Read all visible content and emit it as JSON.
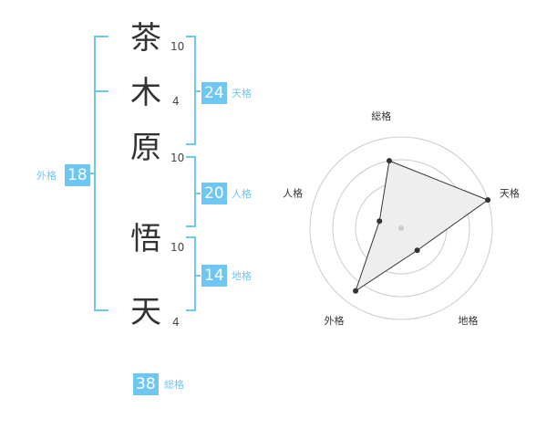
{
  "name": {
    "characters": [
      {
        "char": "茶",
        "strokes": "10"
      },
      {
        "char": "木",
        "strokes": "4"
      },
      {
        "char": "原",
        "strokes": "10"
      },
      {
        "char": "悟",
        "strokes": "10"
      },
      {
        "char": "天",
        "strokes": "4"
      }
    ]
  },
  "scores": {
    "tenkaku": {
      "label": "天格",
      "value": "24"
    },
    "jinkaku": {
      "label": "人格",
      "value": "20"
    },
    "chikaku": {
      "label": "地格",
      "value": "14"
    },
    "gaikaku": {
      "label": "外格",
      "value": "18"
    },
    "soukaku": {
      "label": "総格",
      "value": "38"
    }
  },
  "chart_data": {
    "type": "radar",
    "axes": [
      "総格",
      "天格",
      "地格",
      "外格",
      "人格"
    ],
    "values": [
      0.75,
      1.0,
      0.3,
      0.85,
      0.25
    ],
    "rings": 4,
    "colors": {
      "fill": "#eeeeee",
      "line": "#333333",
      "grid": "#cccccc"
    }
  },
  "colors": {
    "accent": "#6ec6f5"
  }
}
